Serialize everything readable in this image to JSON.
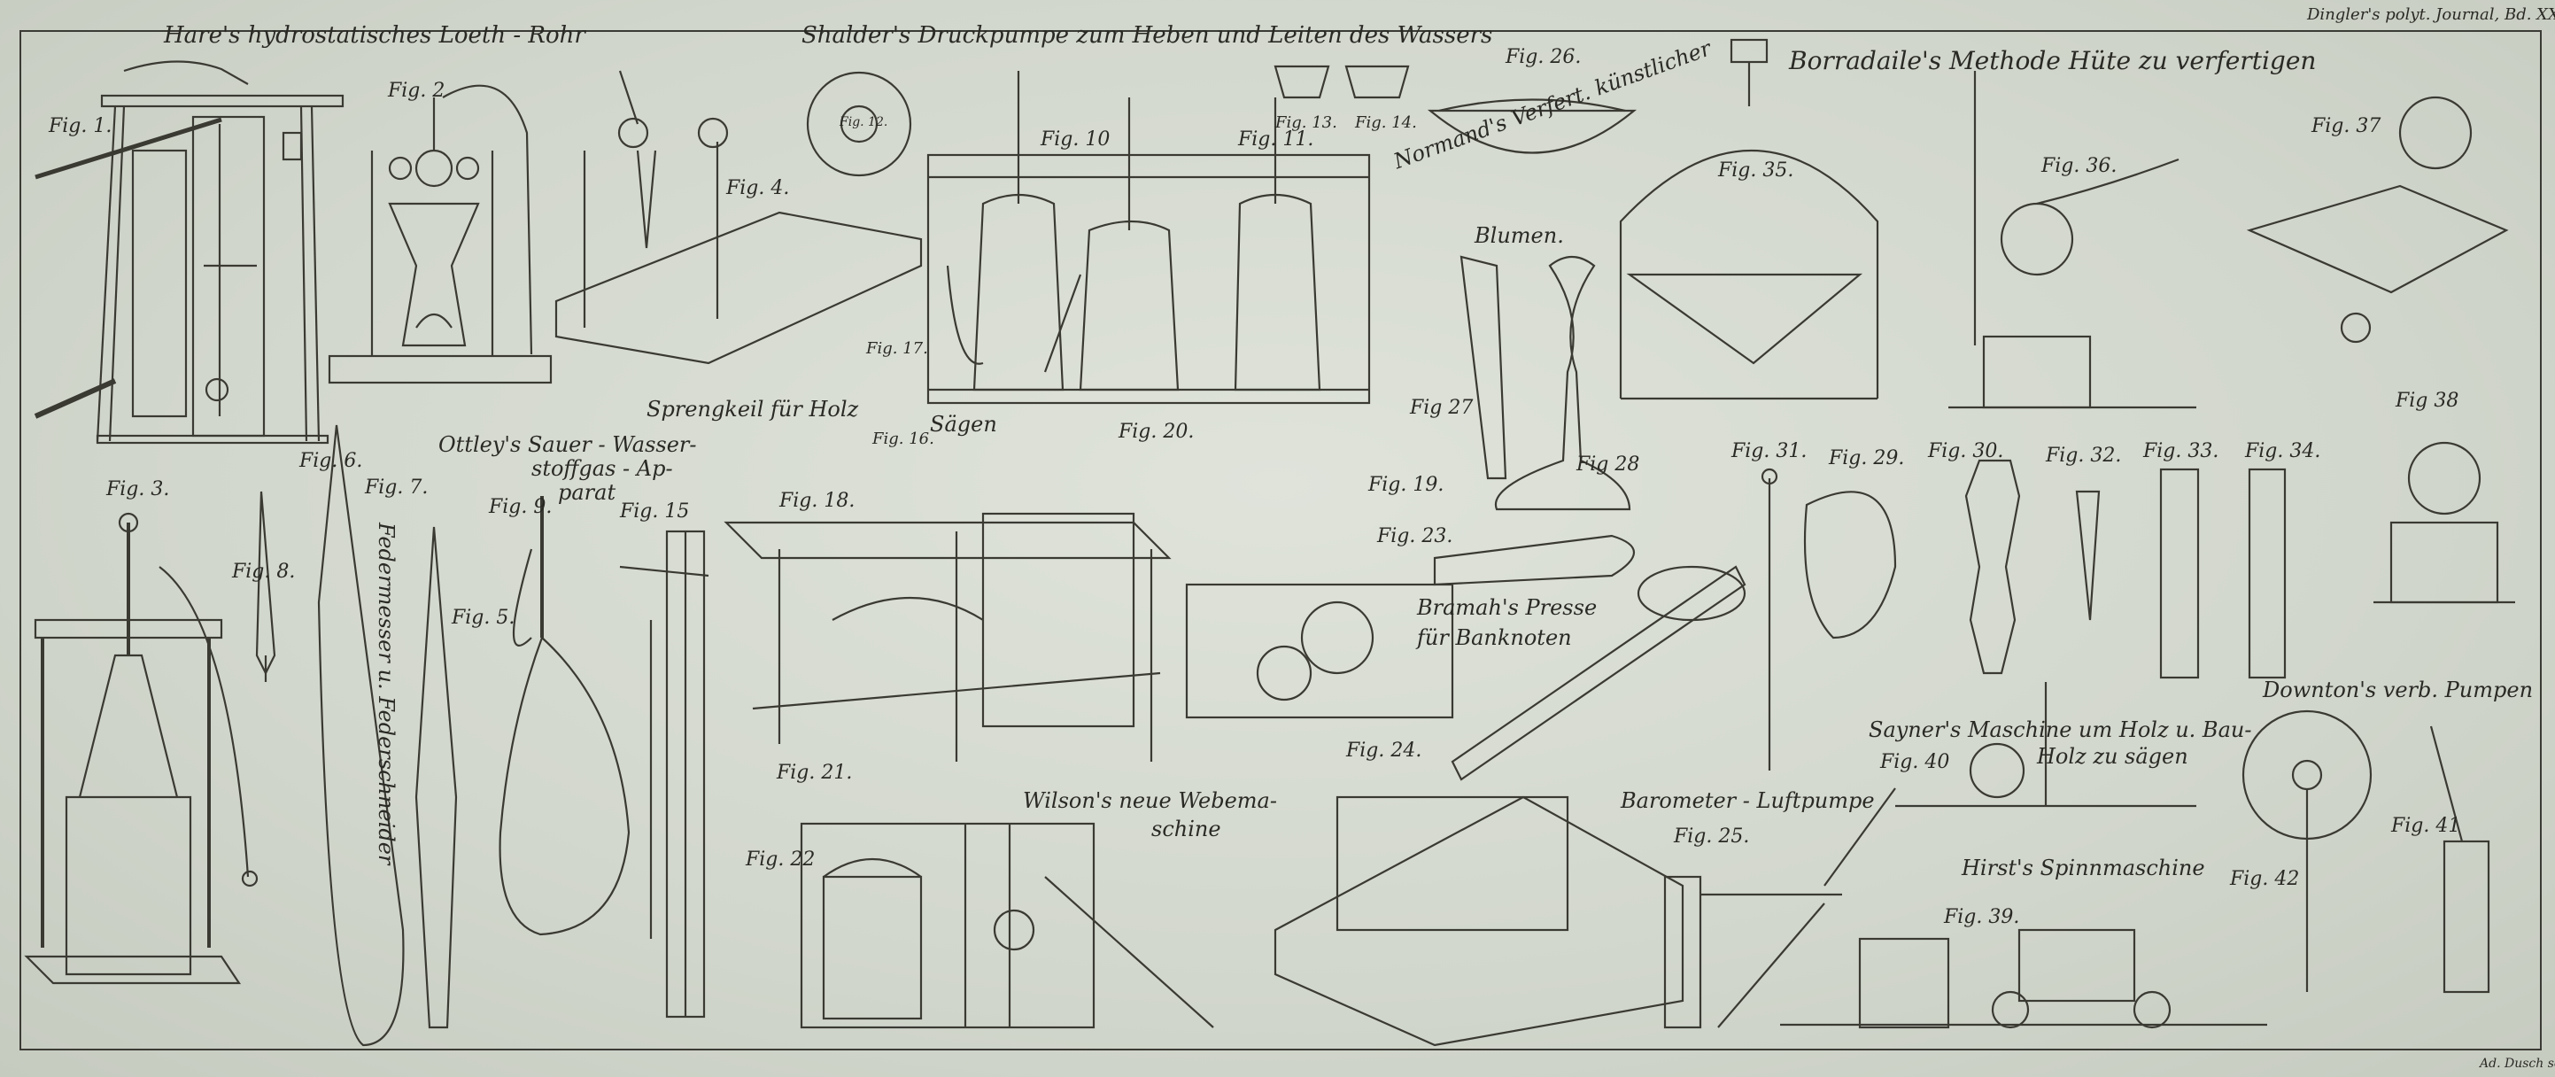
{
  "header": {
    "journal_ref": "Dingler's polyt. Journal, Bd. XXII. Tb. VI",
    "engraver": "Ad. Dusch sc."
  },
  "titles": {
    "hare": "Hare's hydrostatisches Loeth - Rohr",
    "shalder": "Shalder's Druckpumpe zum Heben und Leiten des Wassers",
    "borradaile": "Borradaile's      Methode Hüte zu verfertigen",
    "normand_1": "Normand's Verfert. künstlicher",
    "normand_2": "Blumen.",
    "ottley_1": "Ottley's Sauer - Wasser-",
    "ottley_2": "stoffgas - Ap-",
    "ottley_3": "parat",
    "sprengkeil": "Sprengkeil  für  Holz",
    "saegen": "Sägen",
    "federmesser": "Federmesser u. Federschneider",
    "bramah_1": "Bramah's Presse",
    "bramah_2": "für Banknoten",
    "wilson_1": "Wilson's neue Webema-",
    "wilson_2": "schine",
    "sayner_1": "Sayner's  Maschine  um Holz  u. Bau-",
    "sayner_2": "Holz zu sägen",
    "hirst": "Hirst's Spinnmaschine",
    "barometer": "Barometer - Luftpumpe",
    "downton": "Downton's verb.  Pumpen"
  },
  "figures": {
    "f1": "Fig. 1.",
    "f2": "Fig. 2",
    "f3": "Fig. 3.",
    "f4": "Fig. 4.",
    "f5": "Fig. 5.",
    "f6": "Fig. 6.",
    "f7": "Fig. 7.",
    "f8": "Fig. 8.",
    "f9": "Fig. 9.",
    "f10": "Fig. 10",
    "f11": "Fig. 11.",
    "f12": "Fig. 12.",
    "f13": "Fig. 13.",
    "f14": "Fig. 14.",
    "f15": "Fig. 15",
    "f16": "Fig. 16.",
    "f17": "Fig. 17.",
    "f18": "Fig. 18.",
    "f19": "Fig. 19.",
    "f20": "Fig. 20.",
    "f21": "Fig. 21.",
    "f22": "Fig. 22",
    "f23": "Fig. 23.",
    "f24": "Fig. 24.",
    "f25": "Fig. 25.",
    "f26": "Fig. 26.",
    "f27": "Fig 27",
    "f28": "Fig 28",
    "f29": "Fig. 29.",
    "f30": "Fig. 30.",
    "f31": "Fig. 31.",
    "f32": "Fig. 32.",
    "f33": "Fig. 33.",
    "f34": "Fig. 34.",
    "f35": "Fig. 35.",
    "f36": "Fig. 36.",
    "f37": "Fig. 37",
    "f38": "Fig 38",
    "f39": "Fig. 39.",
    "f40": "Fig. 40",
    "f41": "Fig. 41",
    "f42": "Fig. 42"
  },
  "colors": {
    "paper": "#d3d7cf",
    "ink": "#2a2a25"
  }
}
